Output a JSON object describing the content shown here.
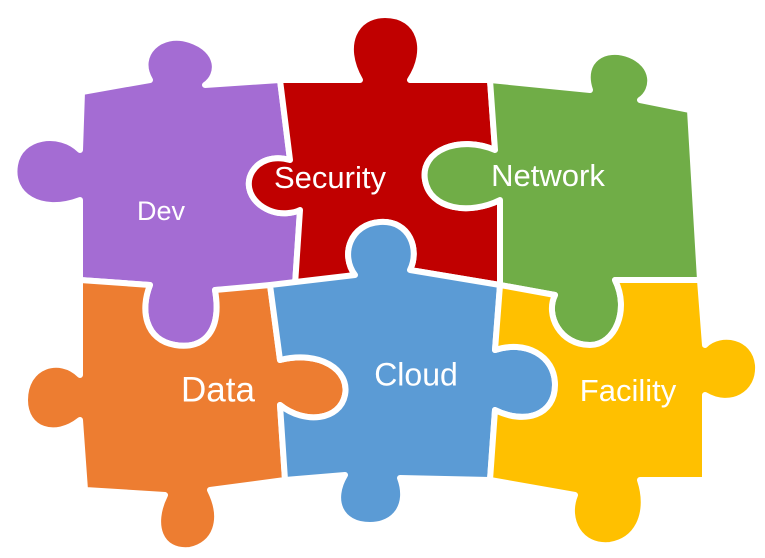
{
  "pieces": [
    {
      "label": "Dev",
      "color": "#A46CD3"
    },
    {
      "label": "Security",
      "color": "#C00000"
    },
    {
      "label": "Network",
      "color": "#70AD47"
    },
    {
      "label": "Data",
      "color": "#ED7D31"
    },
    {
      "label": "Cloud",
      "color": "#5B9BD5"
    },
    {
      "label": "Facility",
      "color": "#FFC000"
    }
  ]
}
